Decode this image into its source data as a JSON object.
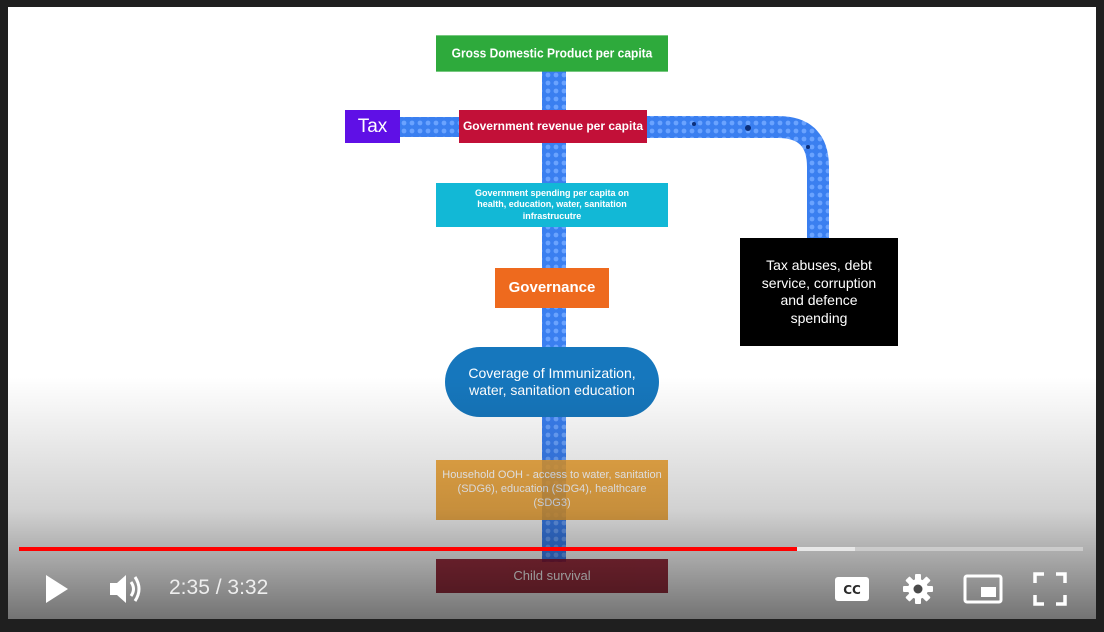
{
  "video": {
    "boxes": {
      "gdp": "Gross Domestic Product per capita",
      "tax": "Tax",
      "revenue": "Government revenue per capita",
      "spending": "Government spending per capita on health, education, water, sanitation infrastrucutre",
      "governance": "Governance",
      "coverage": "Coverage of Immunization, water, sanitation education",
      "household": "Household OOH - access to water, sanitation (SDG6), education (SDG4), healthcare (SDG3)",
      "child": "Child survival",
      "abuses": "Tax abuses, debt service, corruption and defence spending"
    },
    "colors": {
      "pipe": "#3a7ff0",
      "gdp": "#2eaa3c",
      "tax": "#5f10e6",
      "revenue": "#c21038",
      "spending": "#12b8d6",
      "governance": "#ee6a1e",
      "coverage": "#1677bd",
      "household": "#f0a02a",
      "child": "#8a0b1e",
      "abuses": "#000000"
    }
  },
  "player": {
    "current_time": "2:35",
    "separator": " / ",
    "duration": "3:32",
    "played_fraction": 0.7314,
    "loaded_fraction": 0.7858,
    "progress_color": "#ff0000",
    "icons": {
      "play": "play-icon",
      "volume": "volume-icon",
      "captions": "closed-captions-icon",
      "settings": "gear-icon",
      "miniplayer": "miniplayer-icon",
      "fullscreen": "fullscreen-icon"
    }
  }
}
